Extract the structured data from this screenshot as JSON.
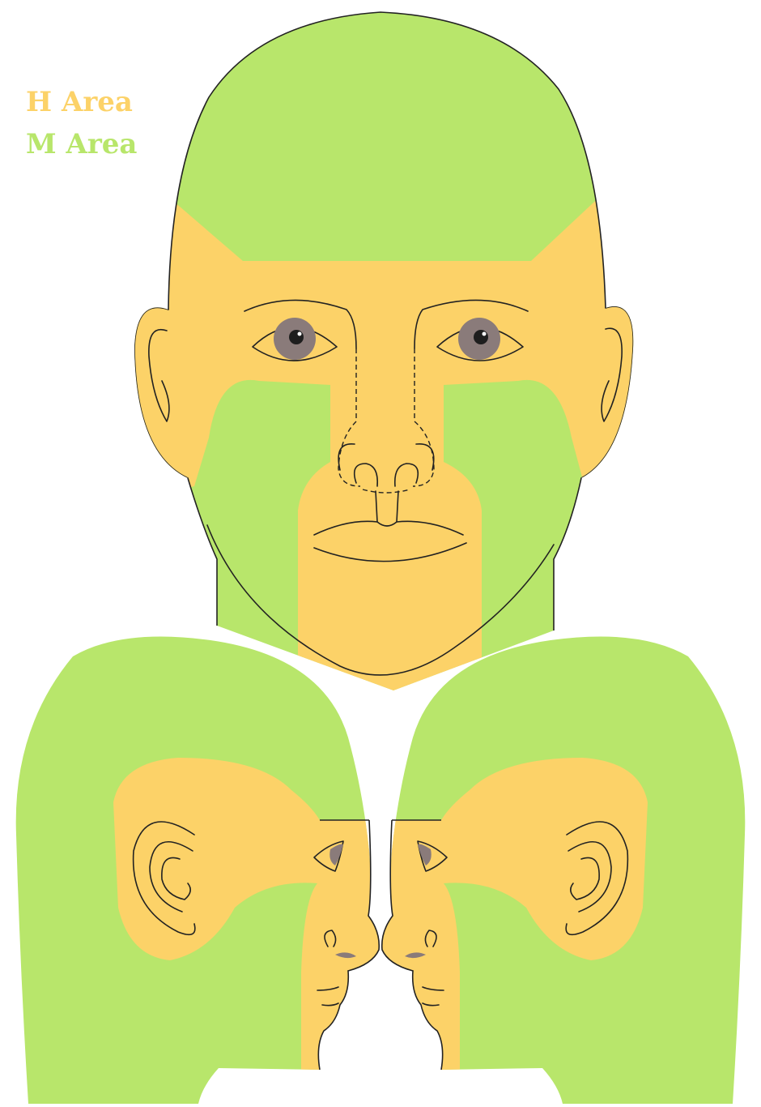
{
  "legend": {
    "items": [
      {
        "label": "H Area",
        "color": "#FCD268"
      },
      {
        "label": "M Area",
        "color": "#B8E66B"
      }
    ]
  },
  "colors": {
    "h_area": "#FCD268",
    "m_area": "#B8E66B",
    "outline": "#222222",
    "iris": "#8A7B7A",
    "pupil": "#1E1E1E"
  },
  "figures": [
    {
      "id": "front-view"
    },
    {
      "id": "left-profile"
    },
    {
      "id": "right-profile"
    }
  ]
}
